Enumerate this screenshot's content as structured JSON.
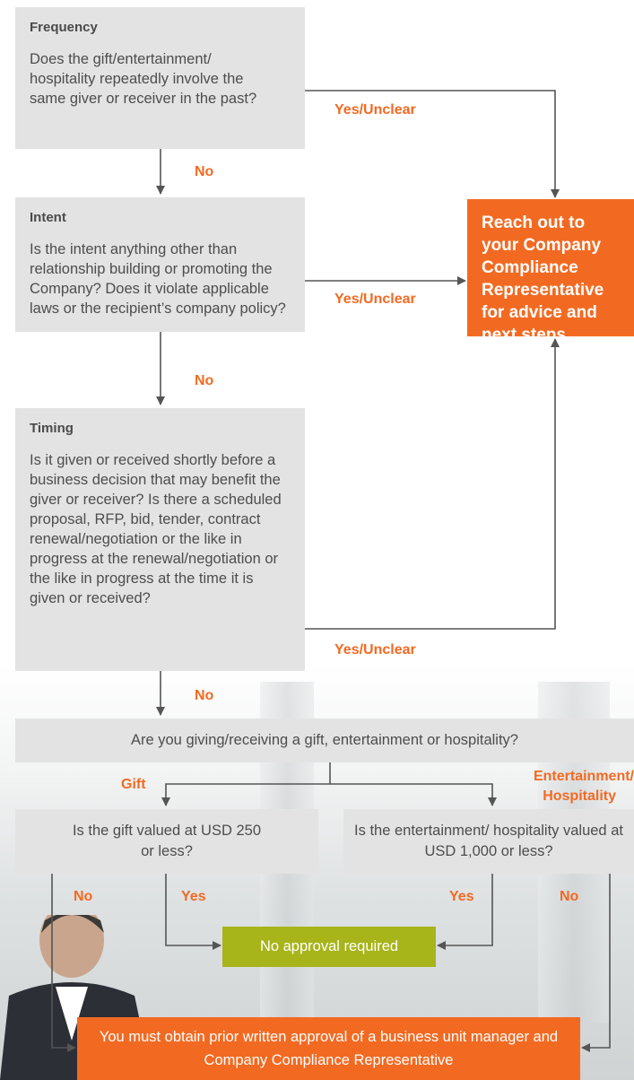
{
  "frequency": {
    "title": "Frequency",
    "question": "Does the gift/entertainment/ hospitality repeatedly involve the same giver or receiver in the past?"
  },
  "intent": {
    "title": "Intent",
    "question": "Is the intent anything other than relationship building or promoting the Company? Does it violate applicable laws or the recipient’s company policy?"
  },
  "timing": {
    "title": "Timing",
    "question": "Is it given or received shortly before a business decision that may benefit the giver or receiver? Is there a scheduled proposal, RFP, bid, tender, contract renewal/negotiation or the like in progress at the renewal/negotiation or the like in progress at the time it is given or received?"
  },
  "outcome_compliance": "Reach out to your Company Compliance Representative for advice and next steps",
  "type_question": "Are you giving/receiving a gift, entertainment or hospitality?",
  "gift_question": "Is the gift valued at USD 250 or less?",
  "ent_question": "Is the entertainment/ hospitality valued at USD 1,000 or less?",
  "outcome_no_approval": "No approval required",
  "outcome_written_approval": "You must obtain prior written approval of a business unit manager and Company Compliance Representative",
  "labels": {
    "no": "No",
    "yes": "Yes",
    "yes_unclear": "Yes/Unclear",
    "gift": "Gift",
    "ent_line1": "Entertainment/",
    "ent_line2": "Hospitality"
  },
  "colors": {
    "accent": "#f26a22",
    "approval_green": "#a7b41a",
    "box_gray": "#e3e3e3",
    "line": "#555555"
  }
}
